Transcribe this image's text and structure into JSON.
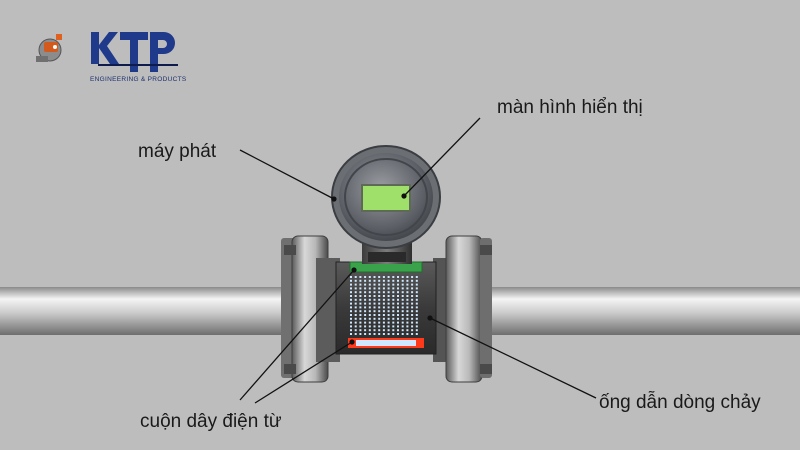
{
  "logo": {
    "wordmark": "KTP",
    "tagline": "ENGINEERING & PRODUCTS",
    "mascot_icon": "robot-mascot-icon",
    "colors": {
      "primary": "#1f3a8a",
      "dark": "#0f1b4d",
      "accent": "#e06020"
    }
  },
  "labels": {
    "display": "màn hình hiển thị",
    "transmitter": "máy phát",
    "coils": "cuộn dây điện từ",
    "flow_tube": "ống dẫn dòng chảy"
  },
  "colors": {
    "background": "#bdbdbd",
    "display_screen": "#9fe06a",
    "top_coil": "#3aa24a",
    "bottom_coil": "#ff3a1a",
    "electrode_dots": "#cfe8ff"
  }
}
